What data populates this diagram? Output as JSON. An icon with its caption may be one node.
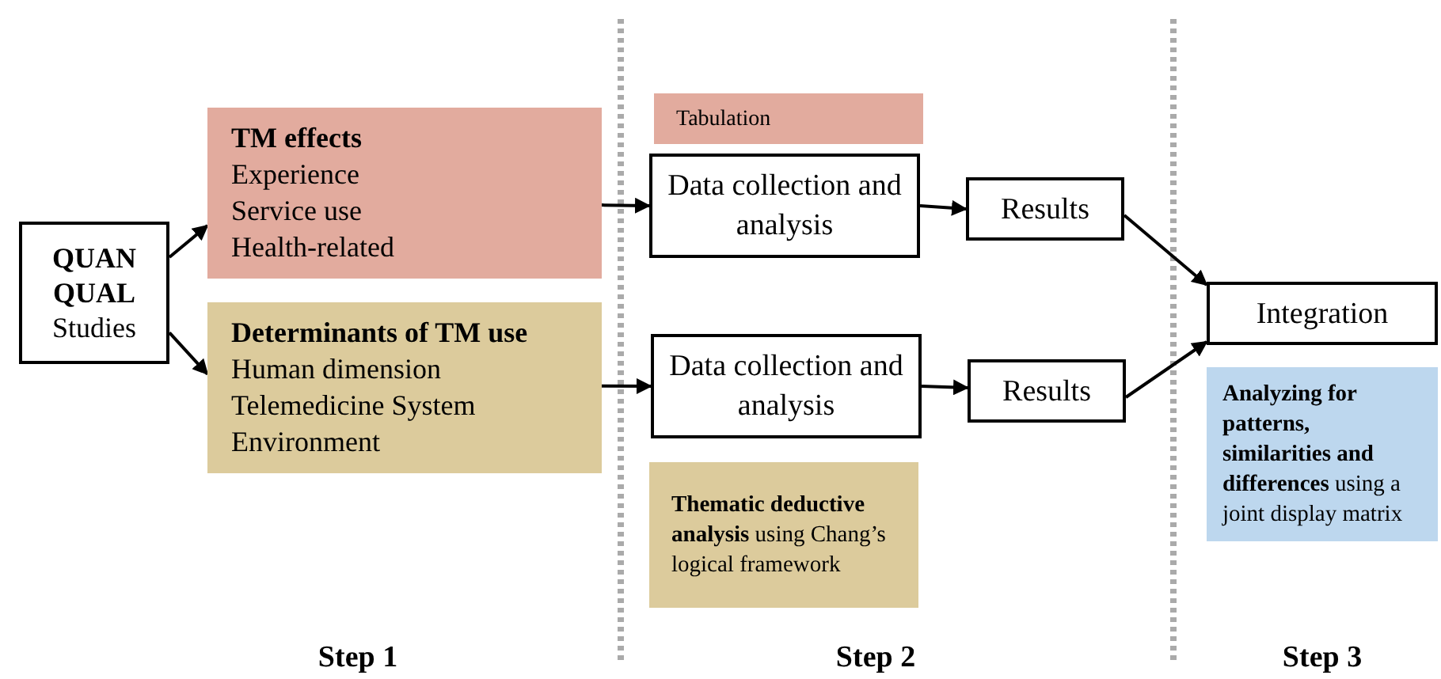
{
  "diagram": {
    "nodes": [
      {
        "text": [
          "**QUAN QUAL** Studies"
        ]
      },
      {
        "text": [
          "TM effects",
          "Experience",
          "Service use",
          "Health-related"
        ]
      },
      {
        "text": [
          "Determinants of TM use",
          "Human dimension",
          "Telemedicine System",
          "Environment"
        ]
      },
      {
        "text": [
          "Tabulation"
        ]
      },
      {
        "text": [
          "Data collection and analysis"
        ]
      },
      {
        "text": [
          "Results"
        ]
      },
      {
        "text": [
          "Data collection and analysis"
        ]
      },
      {
        "text": [
          "Results"
        ]
      },
      {
        "text": [
          "**Thematic deductive analysis** using Chang’s logical framework"
        ]
      },
      {
        "text": [
          "Integration"
        ]
      },
      {
        "text": [
          "**Analyzing for patterns, similarities and differences** using a joint display matrix"
        ]
      }
    ],
    "edges": [
      {
        "from": 0,
        "to": 1,
        "arrow": "to"
      },
      {
        "from": 0,
        "to": 2,
        "arrow": "to"
      },
      {
        "from": 1,
        "to": 4,
        "arrow": "to"
      },
      {
        "from": 2,
        "to": 6,
        "arrow": "to"
      },
      {
        "from": 4,
        "to": 5,
        "arrow": "to"
      },
      {
        "from": 6,
        "to": 7,
        "arrow": "to"
      },
      {
        "from": 5,
        "to": 9,
        "arrow": "to"
      },
      {
        "from": 7,
        "to": 9,
        "arrow": "to"
      }
    ],
    "labels": [
      "Step 1",
      "Step 2",
      "Step 3"
    ]
  }
}
